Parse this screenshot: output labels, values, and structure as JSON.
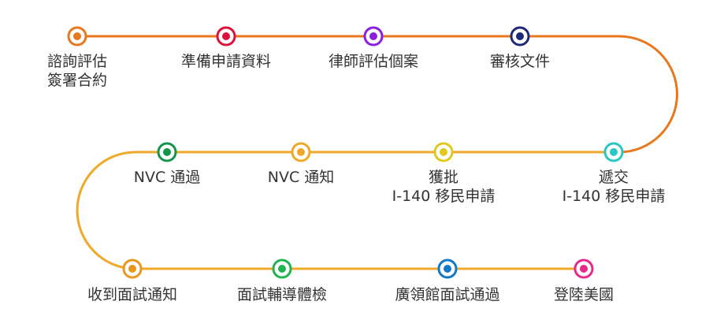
{
  "track_colors": {
    "line1": "#e8781e",
    "curve_right": "#e8781e",
    "line2": "#f0a82a",
    "curve_left": "#f0a82a",
    "line3": "#f0a82a"
  },
  "steps": [
    {
      "id": "s1",
      "lines": [
        "諮詢評估",
        "簽署合約"
      ],
      "color": "#e8781e"
    },
    {
      "id": "s2",
      "lines": [
        "準備申請資料"
      ],
      "color": "#e0103c"
    },
    {
      "id": "s3",
      "lines": [
        "律師評估個案"
      ],
      "color": "#8c1ee0"
    },
    {
      "id": "s4",
      "lines": [
        "審核文件"
      ],
      "color": "#1e2a78"
    },
    {
      "id": "s5",
      "lines": [
        "遞交",
        "I-140 移民申請"
      ],
      "color": "#28c8c0"
    },
    {
      "id": "s6",
      "lines": [
        "獲批",
        "I-140 移民申請"
      ],
      "color": "#e0c81e"
    },
    {
      "id": "s7",
      "lines": [
        "NVC 通知"
      ],
      "color": "#f0a82a"
    },
    {
      "id": "s8",
      "lines": [
        "NVC 通過"
      ],
      "color": "#14964a"
    },
    {
      "id": "s9",
      "lines": [
        "收到面試通知"
      ],
      "color": "#e8961e"
    },
    {
      "id": "s10",
      "lines": [
        "面試輔導體檢"
      ],
      "color": "#20b450"
    },
    {
      "id": "s11",
      "lines": [
        "廣領館面試通過"
      ],
      "color": "#1478c8"
    },
    {
      "id": "s12",
      "lines": [
        "登陸美國"
      ],
      "color": "#e8288c"
    }
  ]
}
